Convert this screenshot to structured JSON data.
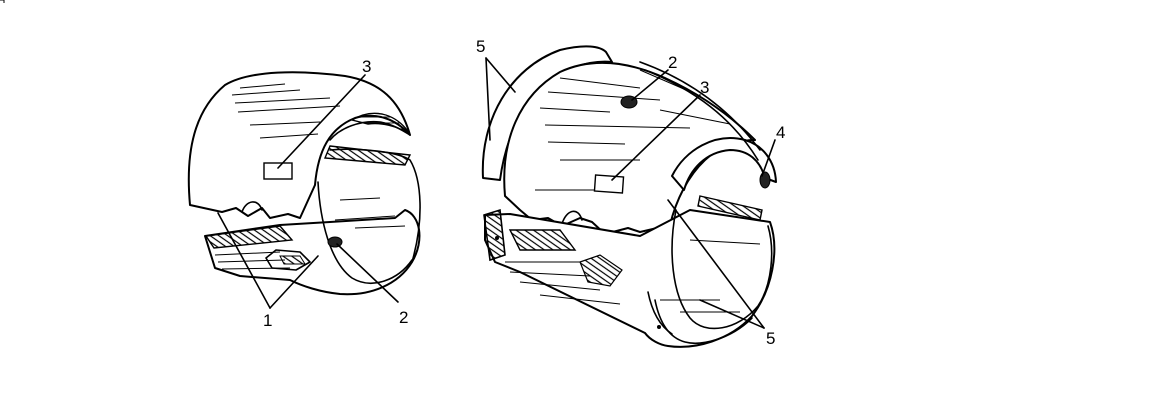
{
  "callouts": {
    "left_3": "3",
    "left_1": "1",
    "left_2": "2",
    "right_5_top": "5",
    "right_2": "2",
    "right_3": "3",
    "right_4": "4",
    "right_5_bottom": "5"
  }
}
